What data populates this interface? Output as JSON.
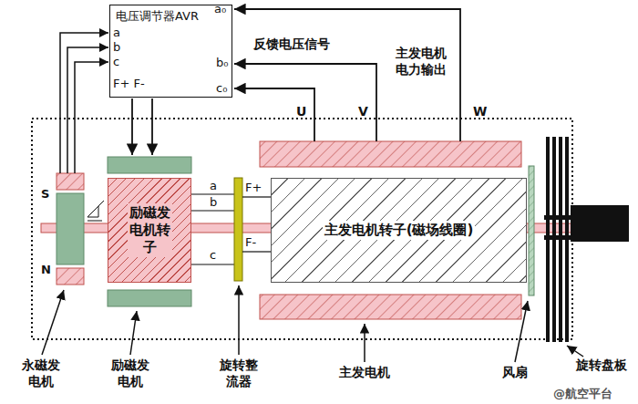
{
  "diagram": {
    "nodes": [
      {
        "text": [
          "电压调节器AVR"
        ]
      },
      {
        "text": [
          "励磁发电机转子"
        ]
      },
      {
        "text": [
          "主发电机转子(磁场线圈)"
        ]
      }
    ],
    "labels": [
      "a₀",
      "a",
      "b",
      "c",
      "F+ F-",
      "b₀",
      "c₀",
      "反馈电压信号",
      "主发电机电力输出",
      "U",
      "V",
      "W",
      "S",
      "N",
      "a",
      "b",
      "c",
      "F+",
      "F-",
      "永磁发电机",
      "励磁发电机",
      "旋转整流器",
      "主发电机",
      "风扇",
      "旋转盘板",
      "@航空平台"
    ]
  }
}
